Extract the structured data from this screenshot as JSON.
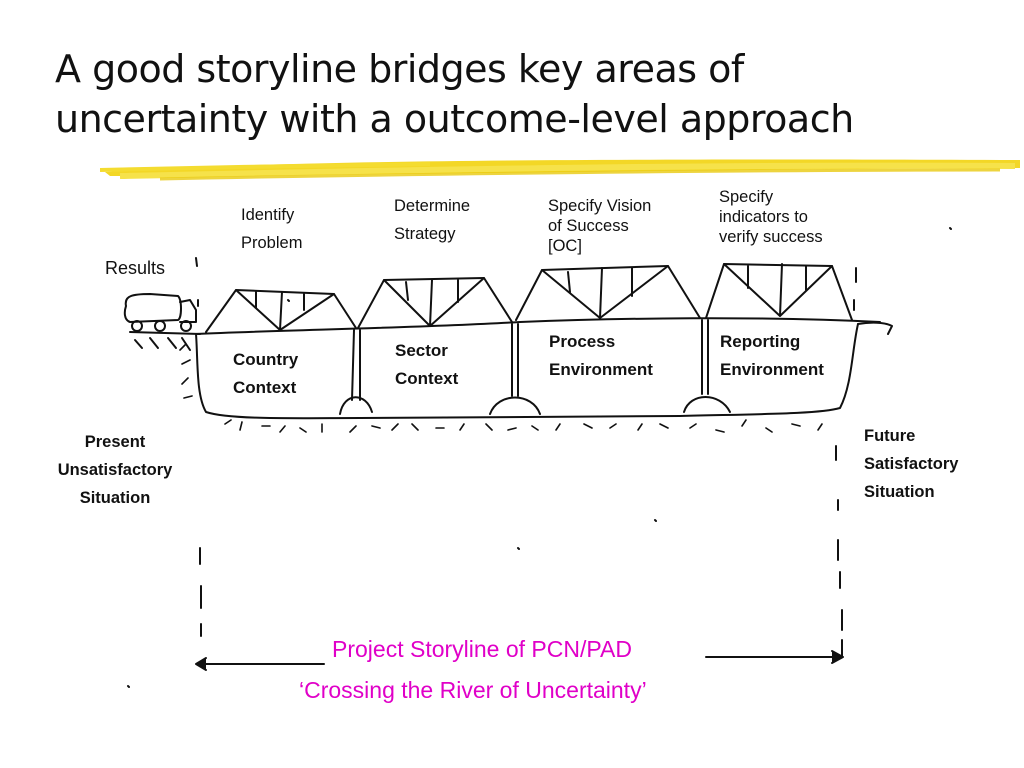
{
  "title": {
    "line1": "A good storyline bridges key areas of",
    "line2": "uncertainty with a outcome-level approach"
  },
  "steps": {
    "identify": [
      "Identify",
      "Problem"
    ],
    "determine": [
      "Determine",
      "Strategy"
    ],
    "specify_vision": [
      "Specify Vision",
      "of Success",
      "[OC]"
    ],
    "specify_indicators": [
      "Specify",
      "indicators to",
      "verify success"
    ]
  },
  "results_label": "Results",
  "contexts": {
    "country": [
      "Country",
      "Context"
    ],
    "sector": [
      "Sector",
      "Context"
    ],
    "process": [
      "Process",
      "Environment"
    ],
    "reporting": [
      "Reporting",
      "Environment"
    ]
  },
  "present": [
    "Present",
    "Unsatisfactory",
    "Situation"
  ],
  "future": [
    "Future",
    "Satisfactory",
    "Situation"
  ],
  "footer": {
    "line1": "Project Storyline of PCN/PAD",
    "line2": "‘Crossing the River of Uncertainty’"
  },
  "colors": {
    "accent_pink": "#e000c8",
    "highlight_yellow": "#f2d51a",
    "ink": "#111111"
  }
}
